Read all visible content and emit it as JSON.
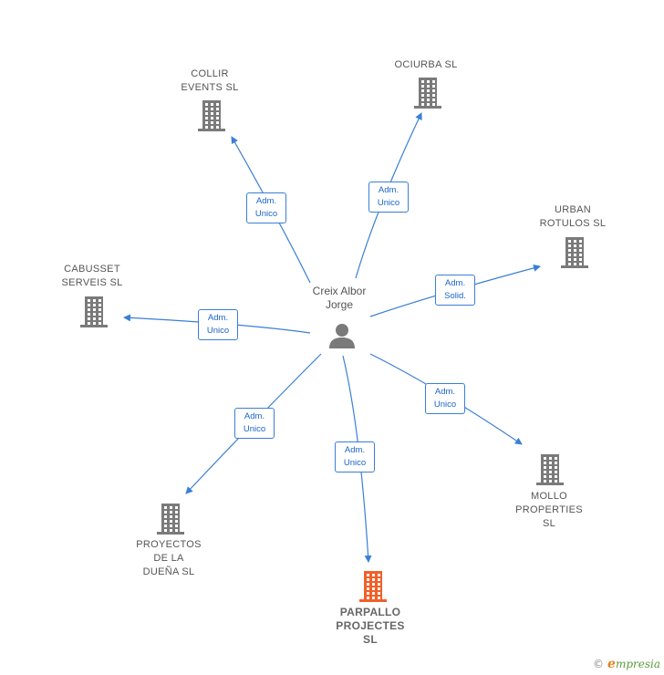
{
  "center": {
    "name": "Creix Albor\nJorge",
    "icon": "person-icon"
  },
  "nodes": [
    {
      "id": "collir",
      "name": "COLLIR\nEVENTS  SL",
      "relation": "Adm.\nUnico",
      "highlight": false
    },
    {
      "id": "ociurba",
      "name": "OCIURBA SL",
      "relation": "Adm.\nUnico",
      "highlight": false
    },
    {
      "id": "urban",
      "name": "URBAN\nROTULOS SL",
      "relation": "Adm.\nSolid.",
      "highlight": false
    },
    {
      "id": "cabusset",
      "name": "CABUSSET\nSERVEIS  SL",
      "relation": "Adm.\nUnico",
      "highlight": false
    },
    {
      "id": "mollo",
      "name": "MOLLO\nPROPERTIES\nSL",
      "relation": "Adm.\nUnico",
      "highlight": false
    },
    {
      "id": "proyectos",
      "name": "PROYECTOS\nDE LA\nDUEÑA  SL",
      "relation": "Adm.\nUnico",
      "highlight": false
    },
    {
      "id": "parpallo",
      "name": "PARPALLO\nPROJECTES\nSL",
      "relation": "Adm.\nUnico",
      "highlight": true
    }
  ],
  "colors": {
    "edge": "#3a7fd5",
    "building": "#7a7a7a",
    "highlight_building": "#f0602a",
    "person": "#7a7a7a"
  },
  "brand": {
    "copyright": "©",
    "name": "mpresia",
    "initial": "e"
  }
}
